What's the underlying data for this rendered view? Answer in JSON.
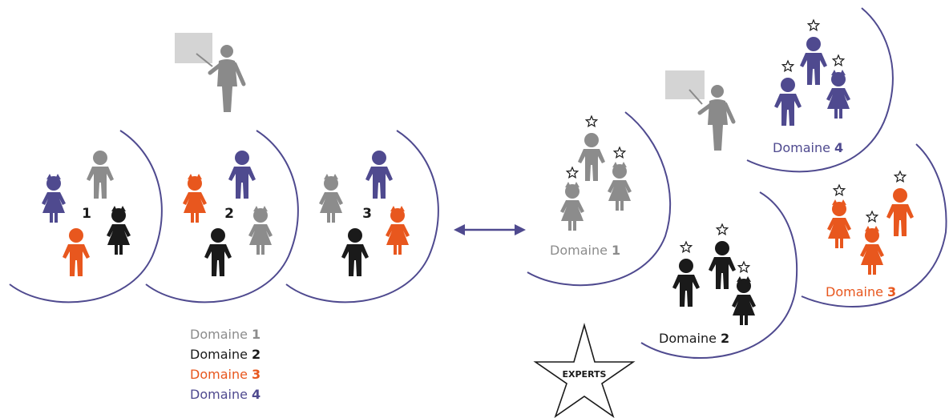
{
  "colors": {
    "grey": "#8c8c8c",
    "black": "#1a1a1a",
    "orange": "#e8571e",
    "purple": "#4f4a8f",
    "arc": "#4f4a8f",
    "board": "#d4d4d4",
    "teacher": "#8a8a8a"
  },
  "groups": [
    {
      "number": "1"
    },
    {
      "number": "2"
    },
    {
      "number": "3"
    }
  ],
  "legend": [
    {
      "word": "Domaine",
      "num": "1",
      "color": "grey"
    },
    {
      "word": "Domaine",
      "num": "2",
      "color": "black"
    },
    {
      "word": "Domaine",
      "num": "3",
      "color": "orange"
    },
    {
      "word": "Domaine",
      "num": "4",
      "color": "purple"
    }
  ],
  "domains": [
    {
      "word": "Domaine",
      "num": "1",
      "color": "grey"
    },
    {
      "word": "Domaine",
      "num": "2",
      "color": "black"
    },
    {
      "word": "Domaine",
      "num": "3",
      "color": "orange"
    },
    {
      "word": "Domaine",
      "num": "4",
      "color": "purple"
    }
  ],
  "experts_label": "EXPERTS"
}
